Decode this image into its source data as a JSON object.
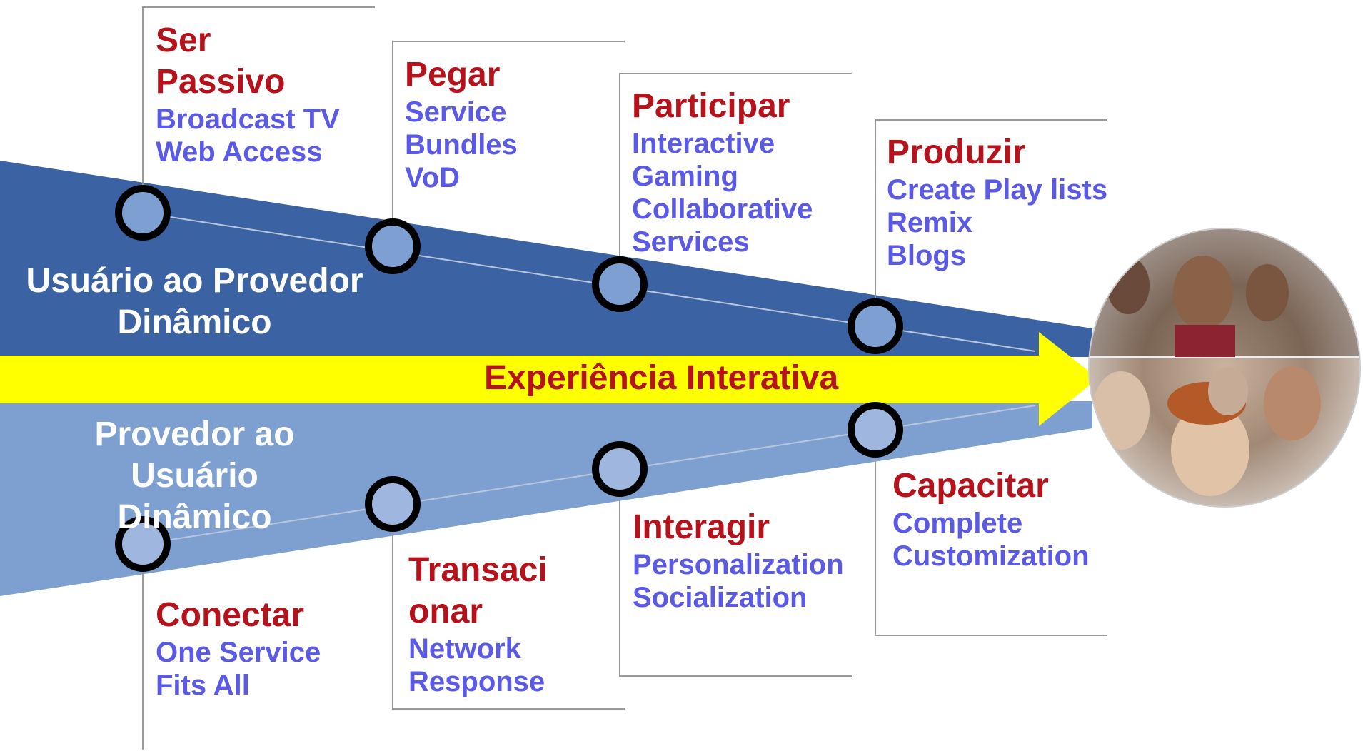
{
  "colors": {
    "upper_band": "#3b63a3",
    "lower_band": "#7ea0d0",
    "arrow": "#ffff00",
    "stage_title": "#b5121b",
    "stage_items": "#5a5ae6",
    "node_fill": "#7e9fd2",
    "node_ring": "#000000"
  },
  "bands": {
    "upper_label": [
      "Usuário ao Provedor",
      "Dinâmico"
    ],
    "lower_label": [
      "Provedor ao",
      "Usuário",
      "Dinâmico"
    ]
  },
  "arrow_label": "Experiência Interativa",
  "upper_stages": [
    {
      "title": [
        "Ser",
        "Passivo"
      ],
      "items": [
        "Broadcast TV",
        "Web Access"
      ]
    },
    {
      "title": [
        "Pegar"
      ],
      "items": [
        "Service",
        "Bundles",
        "VoD"
      ]
    },
    {
      "title": [
        "Participar"
      ],
      "items": [
        "Interactive",
        "Gaming",
        "Collaborative",
        "Services"
      ]
    },
    {
      "title": [
        "Produzir"
      ],
      "items": [
        "Create Play lists",
        "Remix",
        "Blogs"
      ]
    }
  ],
  "lower_stages": [
    {
      "title": [
        "Conectar"
      ],
      "items": [
        "One Service",
        "Fits All"
      ]
    },
    {
      "title": [
        "Transaci",
        "onar"
      ],
      "items": [
        "Network",
        "Response"
      ]
    },
    {
      "title": [
        "Interagir"
      ],
      "items": [
        "Personalization",
        "Socialization"
      ]
    },
    {
      "title": [
        "Capacitar"
      ],
      "items": [
        "Complete",
        "Customization"
      ]
    }
  ],
  "image": {
    "name": "children-faces-photo"
  }
}
